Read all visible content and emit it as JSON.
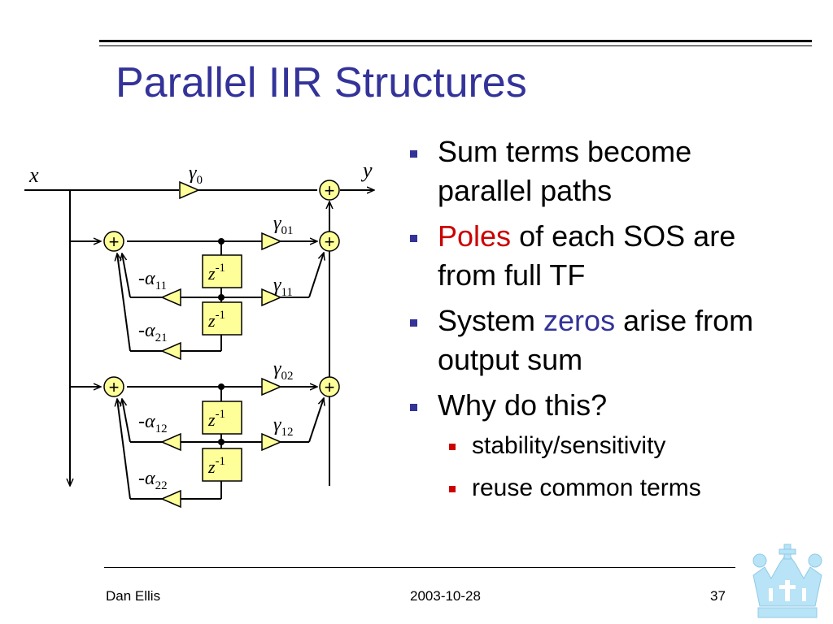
{
  "slide": {
    "title": "Parallel IIR Structures",
    "bullets": [
      {
        "parts": [
          {
            "text": "Sum terms become parallel paths",
            "style": "normal"
          }
        ]
      },
      {
        "parts": [
          {
            "text": "Poles",
            "style": "red"
          },
          {
            "text": " of each SOS are from full TF",
            "style": "normal"
          }
        ]
      },
      {
        "parts": [
          {
            "text": "System ",
            "style": "normal"
          },
          {
            "text": "zeros",
            "style": "blue"
          },
          {
            "text": " arise from output sum",
            "style": "normal"
          }
        ]
      },
      {
        "parts": [
          {
            "text": "Why do this?",
            "style": "normal"
          }
        ]
      }
    ],
    "sub_bullets": [
      "stability/sensitivity",
      "reuse common terms"
    ]
  },
  "diagram": {
    "input_label": "x",
    "output_label": "y",
    "adder_symbol": "+",
    "delay_base": "z",
    "delay_exp": "-1",
    "gamma_symbol": "γ",
    "alpha_symbol": "α",
    "minus": "-",
    "gamma_labels": [
      "0",
      "01",
      "11",
      "02",
      "12"
    ],
    "alpha_labels": [
      "11",
      "21",
      "12",
      "22"
    ],
    "colors": {
      "block_fill": "#ffff99",
      "line": "#000000"
    }
  },
  "footer": {
    "author": "Dan Ellis",
    "date": "2003-10-28",
    "page": "37"
  },
  "logo": {
    "name": "columbia-crown-icon",
    "color": "#b9e3f6"
  }
}
